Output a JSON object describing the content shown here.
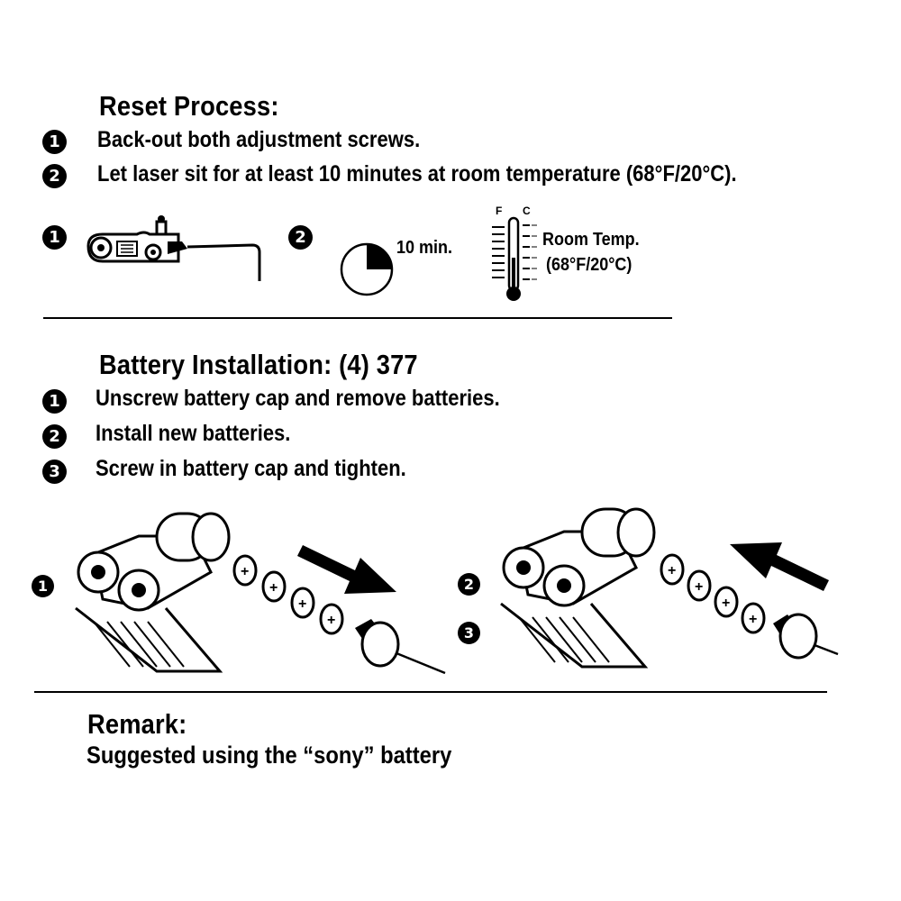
{
  "reset": {
    "title": "Reset Process:",
    "steps": [
      {
        "num": "1",
        "text": "Back-out both adjustment screws."
      },
      {
        "num": "2",
        "text": "Let laser sit for at least 10 minutes at room temperature (68°F/20°C)."
      }
    ],
    "figure": {
      "num1": "1",
      "num2": "2",
      "timer_label": "10 min.",
      "thermo_f": "F",
      "thermo_c": "C",
      "room_temp_line1": "Room Temp.",
      "room_temp_line2": "(68°F/20°C)"
    }
  },
  "battery": {
    "title": "Battery Installation: (4) 377",
    "steps": [
      {
        "num": "1",
        "text": "Unscrew battery cap and remove batteries."
      },
      {
        "num": "2",
        "text": "Install new batteries."
      },
      {
        "num": "3",
        "text": "Screw in battery cap and tighten."
      }
    ],
    "figure": {
      "left_num": "1",
      "right_num_top": "2",
      "right_num_bottom": "3",
      "cell_sign": "+"
    }
  },
  "remark": {
    "title": "Remark:",
    "text": "Suggested using the “sony” battery"
  }
}
